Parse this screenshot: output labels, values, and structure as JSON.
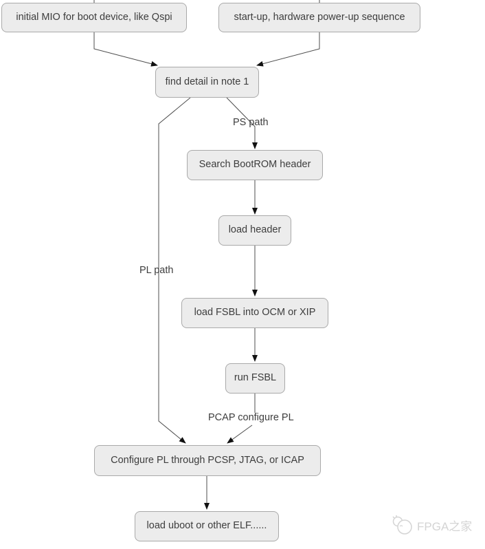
{
  "diagram": {
    "nodes": [
      {
        "id": "initial-mio",
        "label": "initial MIO for boot device, like Qspi"
      },
      {
        "id": "startup",
        "label": "start-up, hardware power-up sequence"
      },
      {
        "id": "find-detail",
        "label": "find detail in note 1"
      },
      {
        "id": "search-bootrom",
        "label": "Search BootROM header"
      },
      {
        "id": "load-header",
        "label": "load header"
      },
      {
        "id": "load-fsbl",
        "label": "load FSBL into OCM or XIP"
      },
      {
        "id": "run-fsbl",
        "label": "run FSBL"
      },
      {
        "id": "configure-pl",
        "label": "Configure PL through PCSP, JTAG, or ICAP"
      },
      {
        "id": "load-uboot",
        "label": "load uboot or other ELF......"
      }
    ],
    "edge_labels": {
      "ps_path": "PS path",
      "pl_path": "PL path",
      "pcap": "PCAP configure PL"
    }
  },
  "watermark": {
    "text": "FPGA之家",
    "icon": "fpga-home-logo-icon"
  },
  "colors": {
    "node_fill": "#ececec",
    "node_border": "#a9a9a9",
    "node_text": "#3d3d3d",
    "edge": "#4d4d4d",
    "arrowhead": "#111111",
    "label_text": "#3d3d3d",
    "watermark": "#d4d4d4",
    "background": "#ffffff"
  }
}
